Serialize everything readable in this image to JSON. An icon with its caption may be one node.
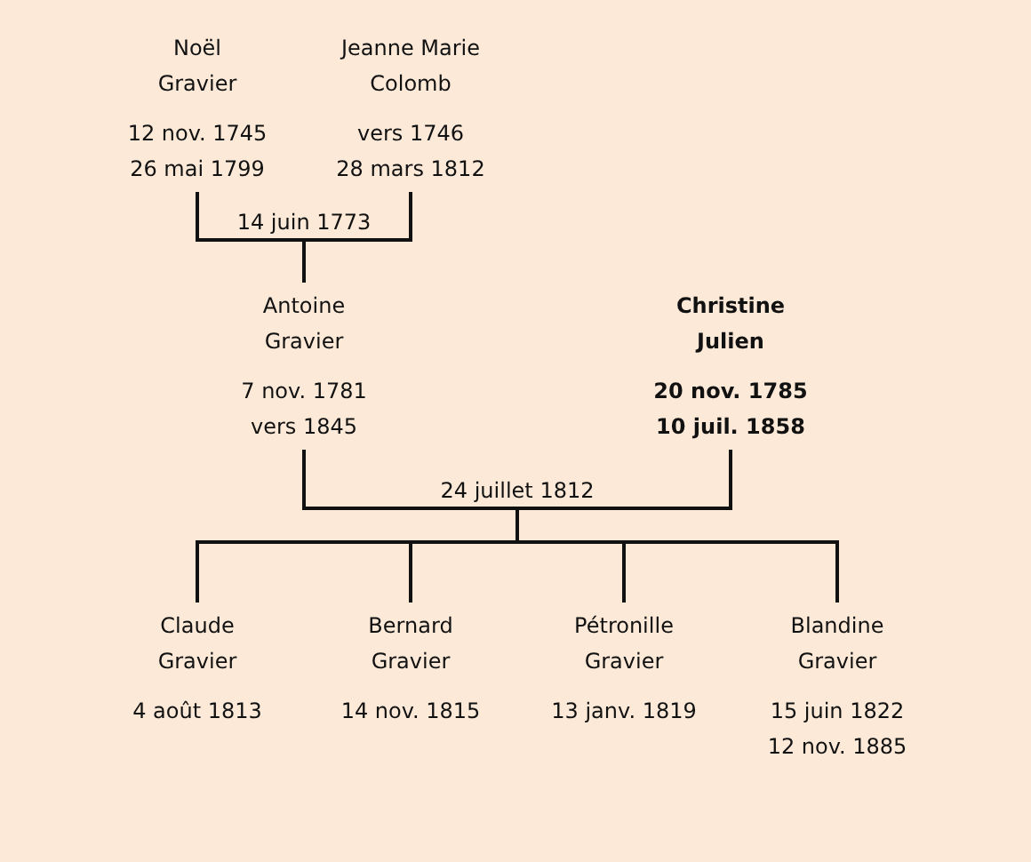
{
  "diagram": {
    "nodes": [
      {
        "text": [
          "Noël Gravier",
          "12 nov. 1745",
          "26 mai 1799"
        ]
      },
      {
        "text": [
          "Jeanne Marie Colomb",
          "vers 1746",
          "28 mars 1812"
        ]
      },
      {
        "text": [
          "Antoine Gravier",
          "7 nov. 1781",
          "vers 1845"
        ]
      },
      {
        "text": [
          "Christine Julien",
          "20 nov. 1785",
          "10 juil. 1858"
        ]
      },
      {
        "text": [
          "Claude Gravier",
          "4 août 1813"
        ]
      },
      {
        "text": [
          "Bernard Gravier",
          "14 nov. 1815"
        ]
      },
      {
        "text": [
          "Pétronille Gravier",
          "13 janv. 1819"
        ]
      },
      {
        "text": [
          "Blandine Gravier",
          "15 juin 1822",
          "12 nov. 1885"
        ]
      }
    ],
    "edges": [
      {
        "from": 0,
        "to": 2,
        "arrow": "none",
        "label": "14 juin 1773"
      },
      {
        "from": 1,
        "to": 2,
        "arrow": "none"
      },
      {
        "from": 2,
        "to": 4,
        "arrow": "none",
        "label": "24 juillet 1812"
      },
      {
        "from": 2,
        "to": 5,
        "arrow": "none"
      },
      {
        "from": 2,
        "to": 6,
        "arrow": "none"
      },
      {
        "from": 2,
        "to": 7,
        "arrow": "none"
      },
      {
        "from": 3,
        "to": 4,
        "arrow": "none"
      },
      {
        "from": 3,
        "to": 5,
        "arrow": "none"
      },
      {
        "from": 3,
        "to": 6,
        "arrow": "none"
      },
      {
        "from": 3,
        "to": 7,
        "arrow": "none"
      }
    ]
  }
}
